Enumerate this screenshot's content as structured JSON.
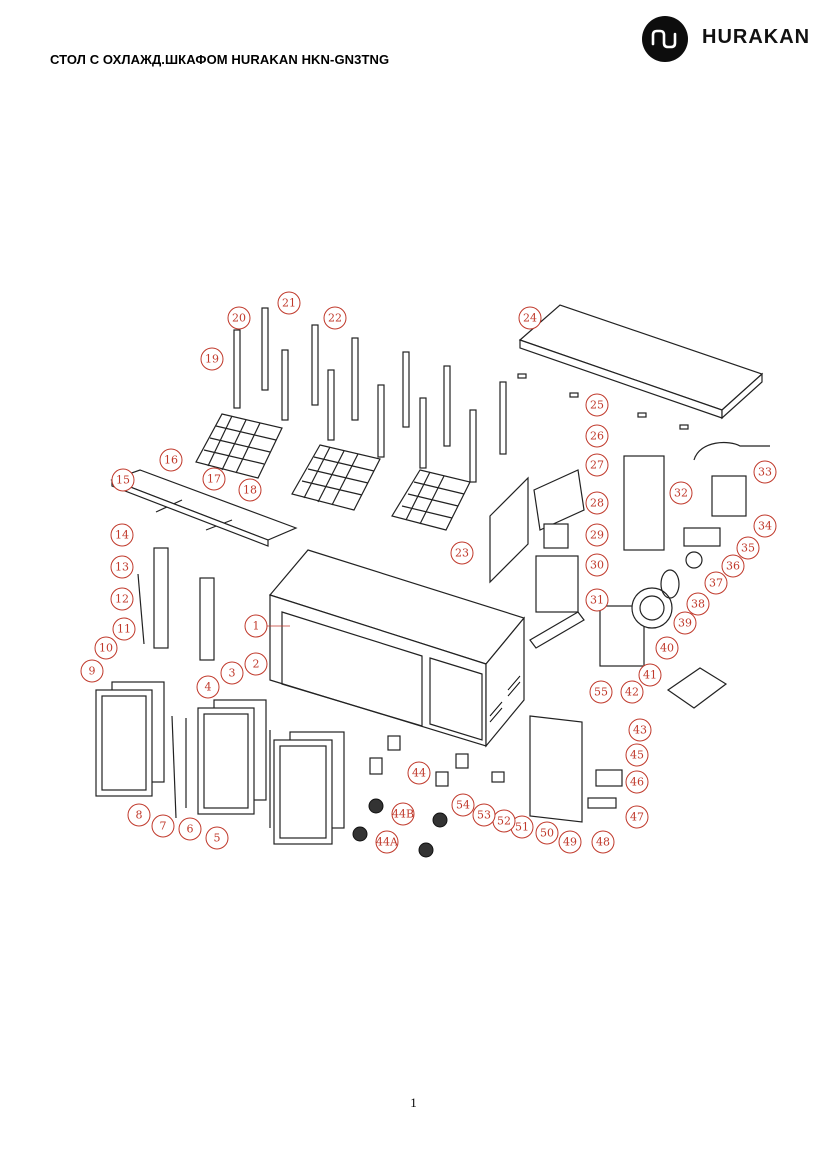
{
  "header": {
    "title": "СТОЛ С ОХЛАЖД.ШКАФОМ HURAKAN HKN-GN3TNG",
    "brand": "HURAKAN",
    "accent_color": "#000000"
  },
  "diagram": {
    "callout_color": "#c0392b",
    "callouts": [
      "1",
      "2",
      "3",
      "4",
      "5",
      "6",
      "7",
      "8",
      "9",
      "10",
      "11",
      "12",
      "13",
      "14",
      "15",
      "16",
      "17",
      "18",
      "19",
      "20",
      "21",
      "22",
      "23",
      "24",
      "25",
      "26",
      "27",
      "28",
      "29",
      "30",
      "31",
      "32",
      "33",
      "34",
      "35",
      "36",
      "37",
      "38",
      "39",
      "40",
      "41",
      "42",
      "43",
      "44",
      "44B",
      "44A",
      "45",
      "46",
      "47",
      "48",
      "49",
      "50",
      "51",
      "52",
      "53",
      "54",
      "55"
    ]
  },
  "footer": {
    "page_number": "1"
  }
}
